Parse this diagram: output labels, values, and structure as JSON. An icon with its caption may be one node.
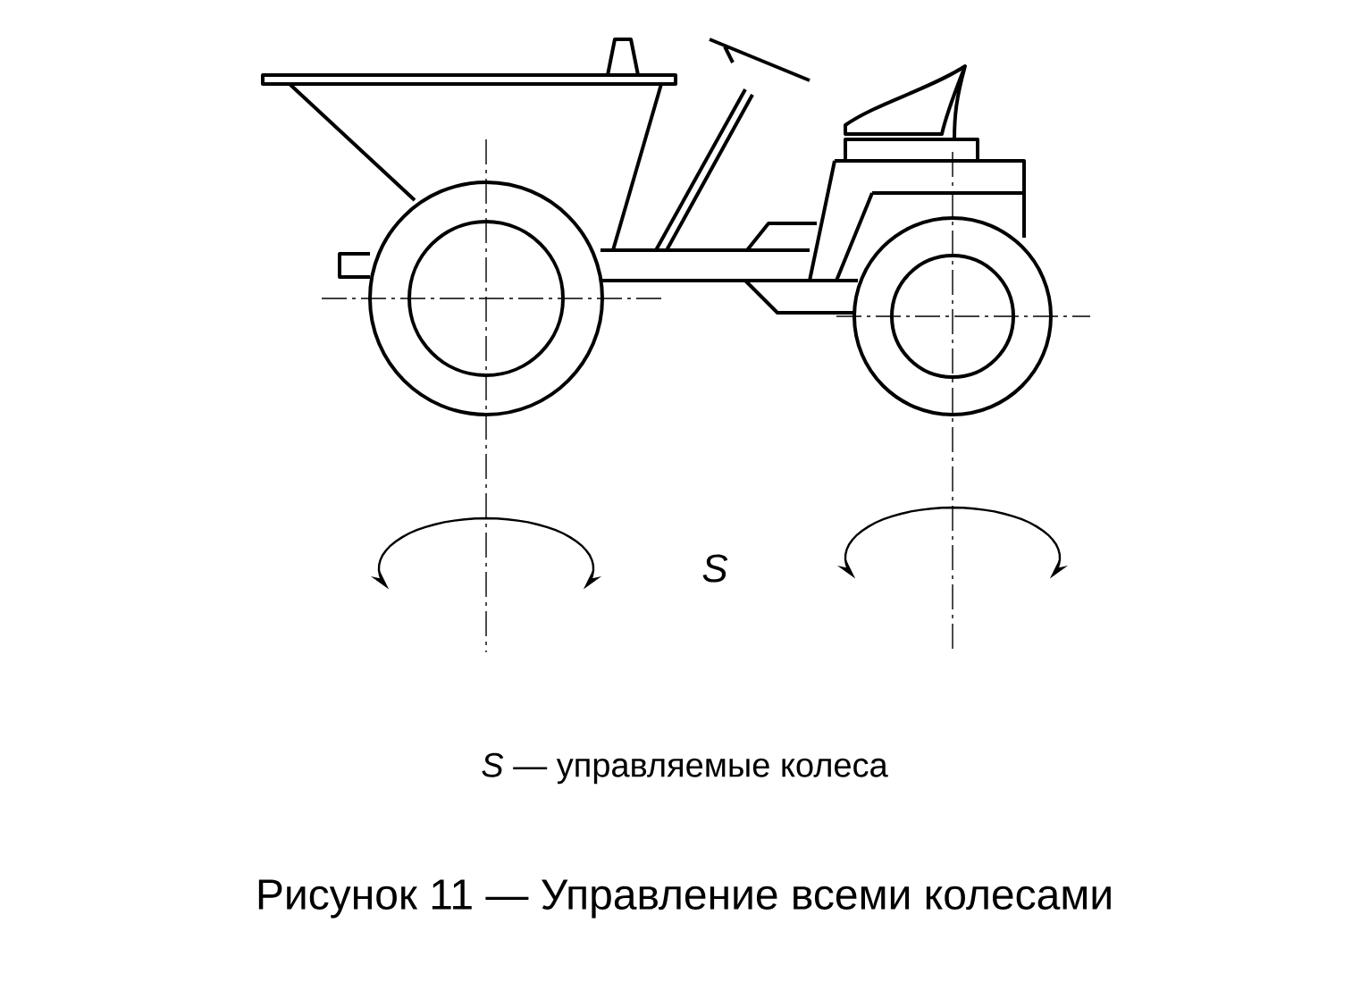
{
  "diagram": {
    "caption": "Рисунок 11 — Управление всеми колесами",
    "labels": [
      "S",
      "*S* — управляемые колеса"
    ]
  }
}
